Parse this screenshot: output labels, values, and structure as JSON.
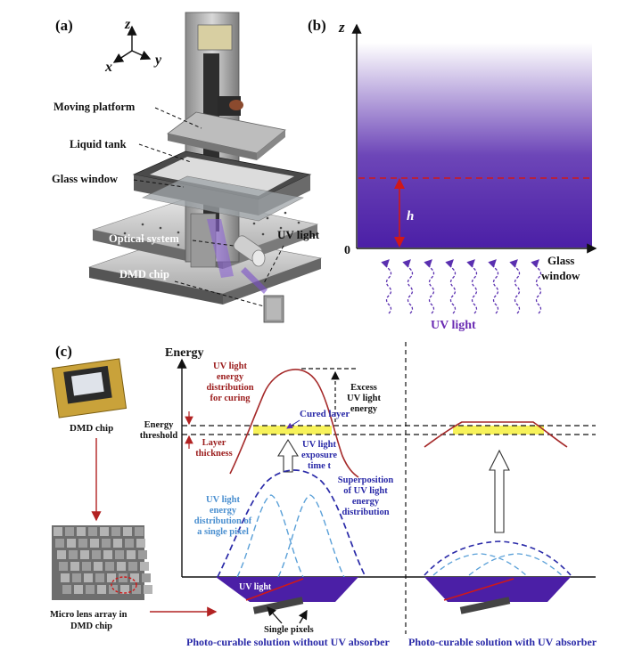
{
  "panel_a": {
    "label": "(a)",
    "axes": {
      "z": "z",
      "x": "x",
      "y": "y"
    },
    "callouts": {
      "moving_platform": "Moving platform",
      "liquid_tank": "Liquid tank",
      "glass_window": "Glass window",
      "optical_system": "Optical system",
      "uv_light": "UV light",
      "dmd_chip": "DMD chip"
    }
  },
  "panel_b": {
    "label": "(b)",
    "z_label": "z",
    "origin": "0",
    "h_label": "h",
    "glass_window_line1": "Glass",
    "glass_window_line2": "window",
    "uv_light": "UV light"
  },
  "panel_c": {
    "label": "(c)",
    "energy_axis": "Energy",
    "dmd_chip": "DMD chip",
    "micro_lens_line1": "Micro lens array in",
    "micro_lens_line2": "DMD chip",
    "uv_curing_lines": [
      "UV light",
      "energy",
      "distribution",
      "for curing"
    ],
    "energy_threshold_lines": [
      "Energy",
      "threshold"
    ],
    "layer_thickness_lines": [
      "Layer",
      "thickness"
    ],
    "cured_layer": "Cured layer",
    "excess_lines": [
      "Excess",
      "UV light",
      "energy"
    ],
    "exposure_lines": [
      "UV light",
      "exposure",
      "time t"
    ],
    "superposition_lines": [
      "Superposition",
      "of UV light",
      "energy",
      "distribution"
    ],
    "single_pixel_lines": [
      "UV light",
      "energy",
      "distribution of",
      "a single pixel"
    ],
    "uv_light_in_tank": "UV light",
    "single_pixels": "Single pixels",
    "caption_left": "Photo-curable solution without UV absorber",
    "caption_right": "Photo-curable  solution with UV absorber"
  },
  "colors": {
    "purple": "#4b1fa6",
    "red_curve": "#a52a2a",
    "blue_dashed": "#2a2aa8",
    "light_blue_dashed": "#5aa0d8",
    "cured_yellow": "#f7f25a"
  }
}
